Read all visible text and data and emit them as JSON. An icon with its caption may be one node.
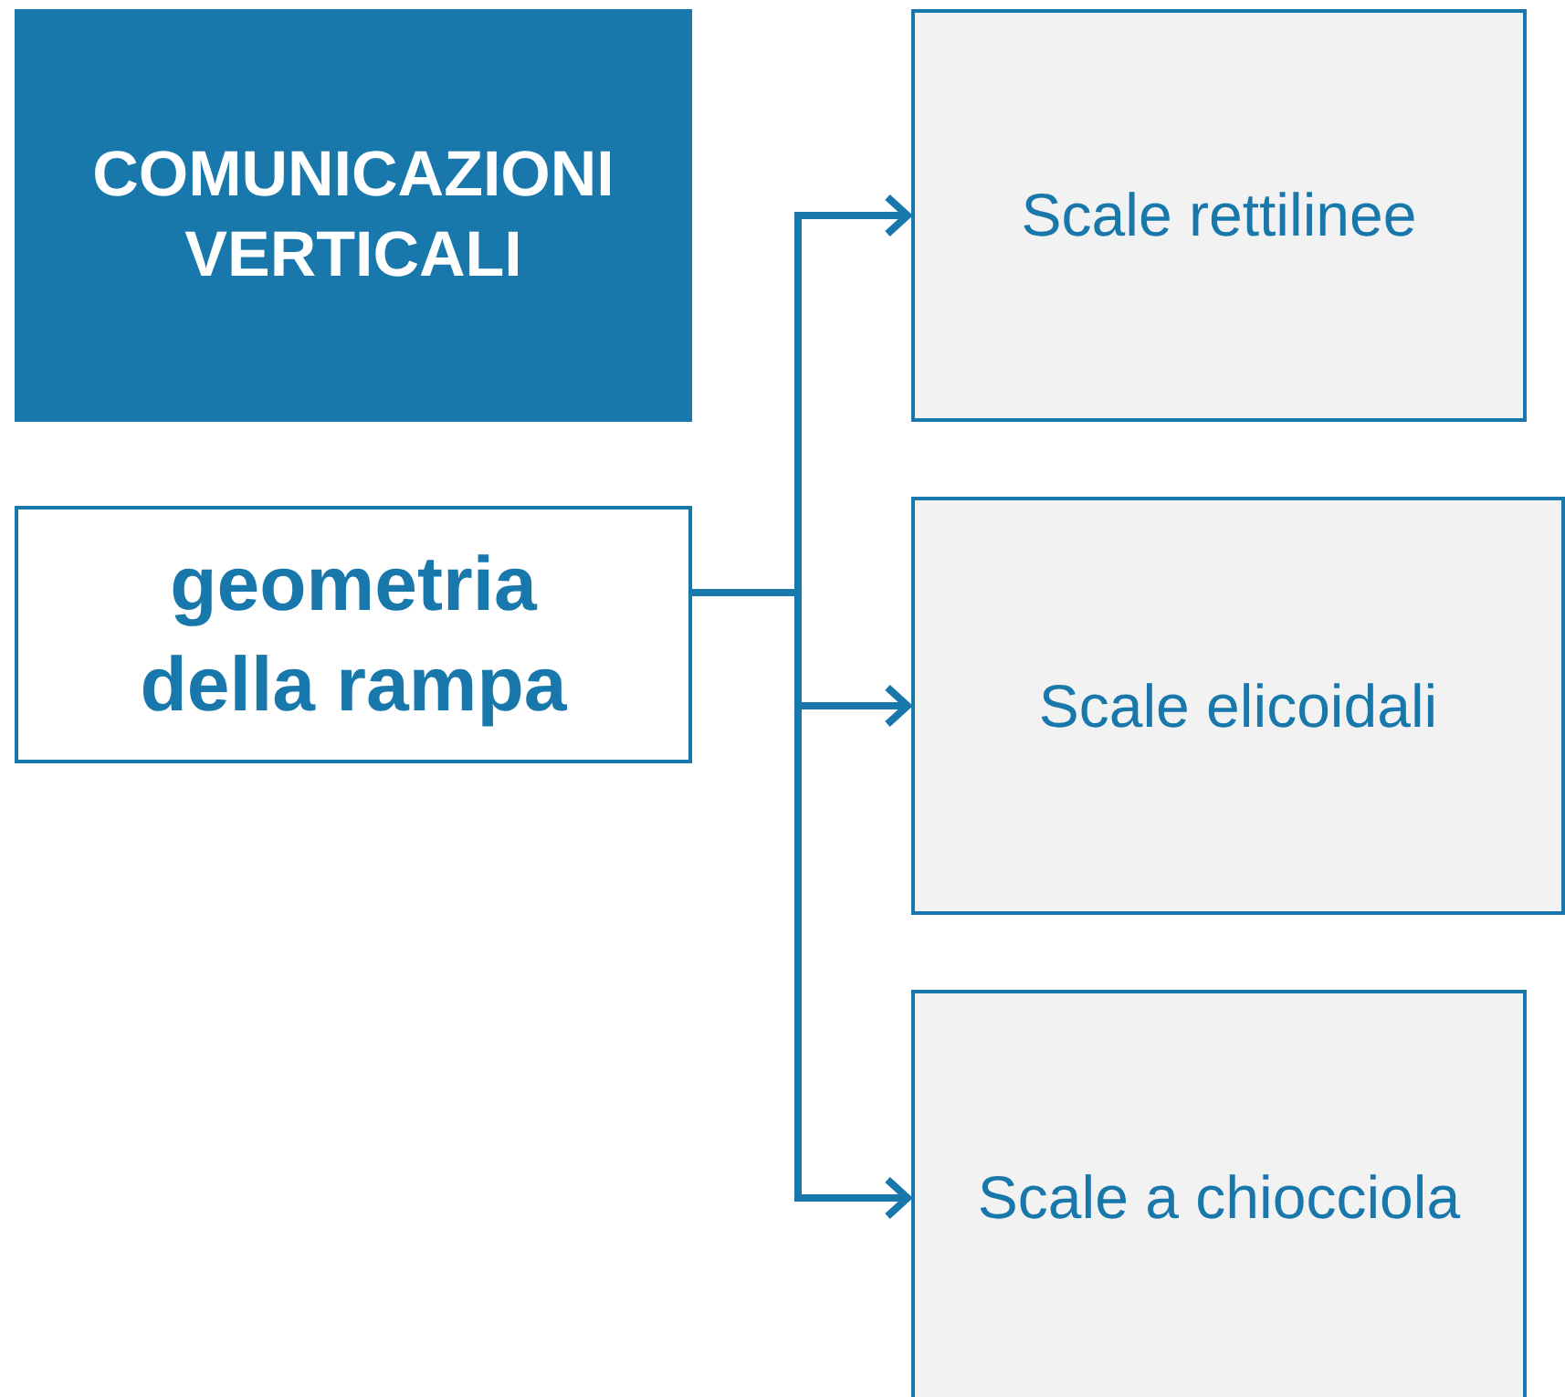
{
  "diagram": {
    "nodes": [
      {
        "text": [
          "COMUNICAZIONI VERTICALI"
        ]
      },
      {
        "text": [
          "geometria della rampa"
        ]
      },
      {
        "text": [
          "Scale rettilinee"
        ]
      },
      {
        "text": [
          "Scale elicoidali"
        ]
      },
      {
        "text": [
          "Scale a chiocciola"
        ]
      }
    ],
    "edges": [
      {
        "from": 1,
        "to": 2,
        "arrow": "to"
      },
      {
        "from": 1,
        "to": 3,
        "arrow": "to"
      },
      {
        "from": 1,
        "to": 4,
        "arrow": "to"
      }
    ]
  }
}
